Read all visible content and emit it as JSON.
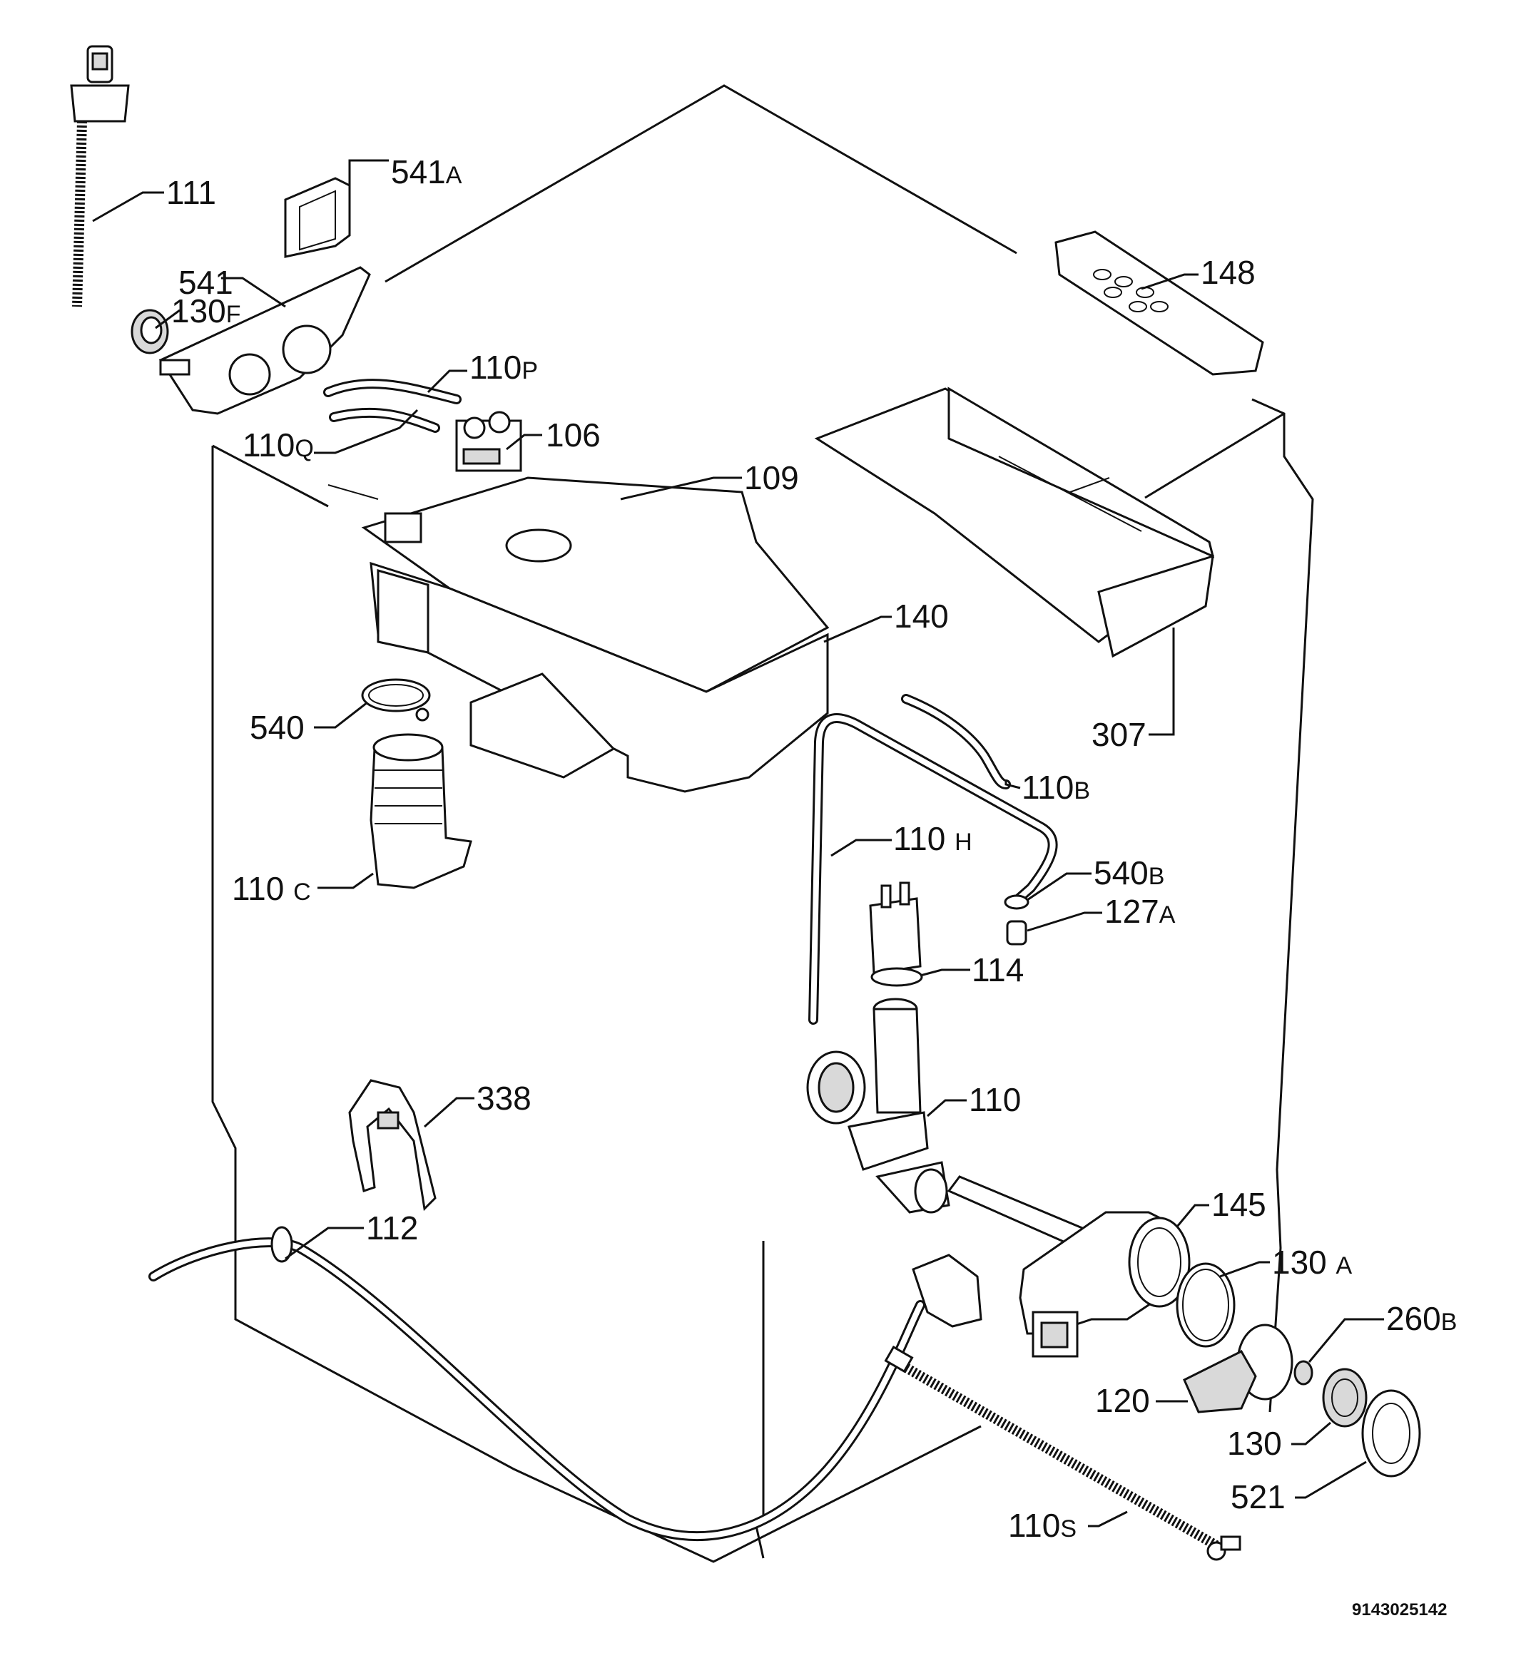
{
  "labels": [
    {
      "id": "111",
      "main": "111",
      "suffix": ""
    },
    {
      "id": "541A",
      "main": "541",
      "suffix": "A"
    },
    {
      "id": "541",
      "main": "541",
      "suffix": ""
    },
    {
      "id": "130F",
      "main": "130",
      "suffix": "F"
    },
    {
      "id": "110P",
      "main": "110",
      "suffix": "P"
    },
    {
      "id": "110Q",
      "main": "110",
      "suffix": "Q"
    },
    {
      "id": "106",
      "main": "106",
      "suffix": ""
    },
    {
      "id": "109",
      "main": "109",
      "suffix": ""
    },
    {
      "id": "148",
      "main": "148",
      "suffix": ""
    },
    {
      "id": "140",
      "main": "140",
      "suffix": ""
    },
    {
      "id": "307",
      "main": "307",
      "suffix": ""
    },
    {
      "id": "540",
      "main": "540",
      "suffix": ""
    },
    {
      "id": "110B",
      "main": "110",
      "suffix": "B"
    },
    {
      "id": "110H",
      "main": "110 ",
      "suffix": "H"
    },
    {
      "id": "110C",
      "main": "110 ",
      "suffix": "C"
    },
    {
      "id": "540B",
      "main": "540",
      "suffix": "B"
    },
    {
      "id": "127A",
      "main": "127",
      "suffix": "A"
    },
    {
      "id": "114",
      "main": "114",
      "suffix": ""
    },
    {
      "id": "338",
      "main": "338",
      "suffix": ""
    },
    {
      "id": "110",
      "main": "110",
      "suffix": ""
    },
    {
      "id": "112",
      "main": "112",
      "suffix": ""
    },
    {
      "id": "145",
      "main": "145",
      "suffix": ""
    },
    {
      "id": "130A",
      "main": "130 ",
      "suffix": "A"
    },
    {
      "id": "260B",
      "main": "260",
      "suffix": "B"
    },
    {
      "id": "120",
      "main": "120",
      "suffix": ""
    },
    {
      "id": "130",
      "main": "130",
      "suffix": ""
    },
    {
      "id": "521",
      "main": "521",
      "suffix": ""
    },
    {
      "id": "110S",
      "main": "110",
      "suffix": "S"
    }
  ],
  "document_id": "9143025142"
}
